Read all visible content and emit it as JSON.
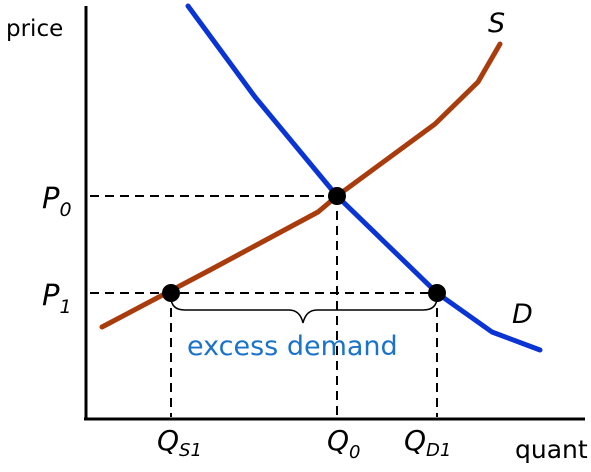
{
  "axes": {
    "y_label": "price",
    "x_label": "quant"
  },
  "curves": {
    "supply_label": "S",
    "demand_label": "D",
    "supply_color": "#a83c0c",
    "demand_color": "#0a35d4"
  },
  "prices": {
    "p0": {
      "base": "P",
      "sub": "0"
    },
    "p1": {
      "base": "P",
      "sub": "1"
    }
  },
  "quantities": {
    "qs1": {
      "base": "Q",
      "sub": "S1"
    },
    "q0": {
      "base": "Q",
      "sub": "0"
    },
    "qd1": {
      "base": "Q",
      "sub": "D1"
    }
  },
  "annotation": {
    "text": "excess demand",
    "color": "#1a73c9"
  },
  "colors": {
    "axis": "#000000",
    "guide": "#000000",
    "point": "#000000"
  }
}
